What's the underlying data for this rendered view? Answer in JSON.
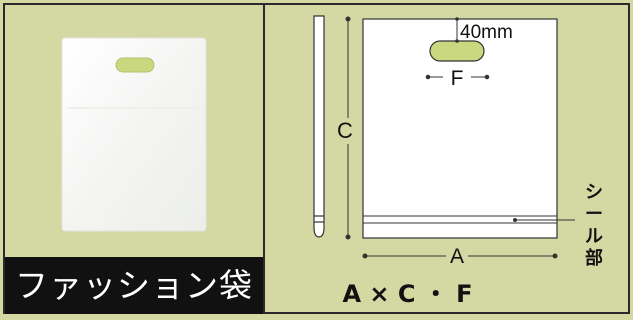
{
  "product": {
    "name": "ファッション袋",
    "photo_alt": "handle bag photo"
  },
  "diagram": {
    "handle_offset": "40mm",
    "width_label": "A",
    "height_label": "C",
    "handle_width_label": "F",
    "seal_label_chars": [
      "シ",
      "ー",
      "ル",
      "部"
    ]
  },
  "formula": "A × C ・ F",
  "colors": {
    "background": "#d4d8a3",
    "border": "#2a2a2a",
    "label_bg": "#111111",
    "label_text": "#ffffff",
    "handle_fill": "#c9d77f"
  }
}
